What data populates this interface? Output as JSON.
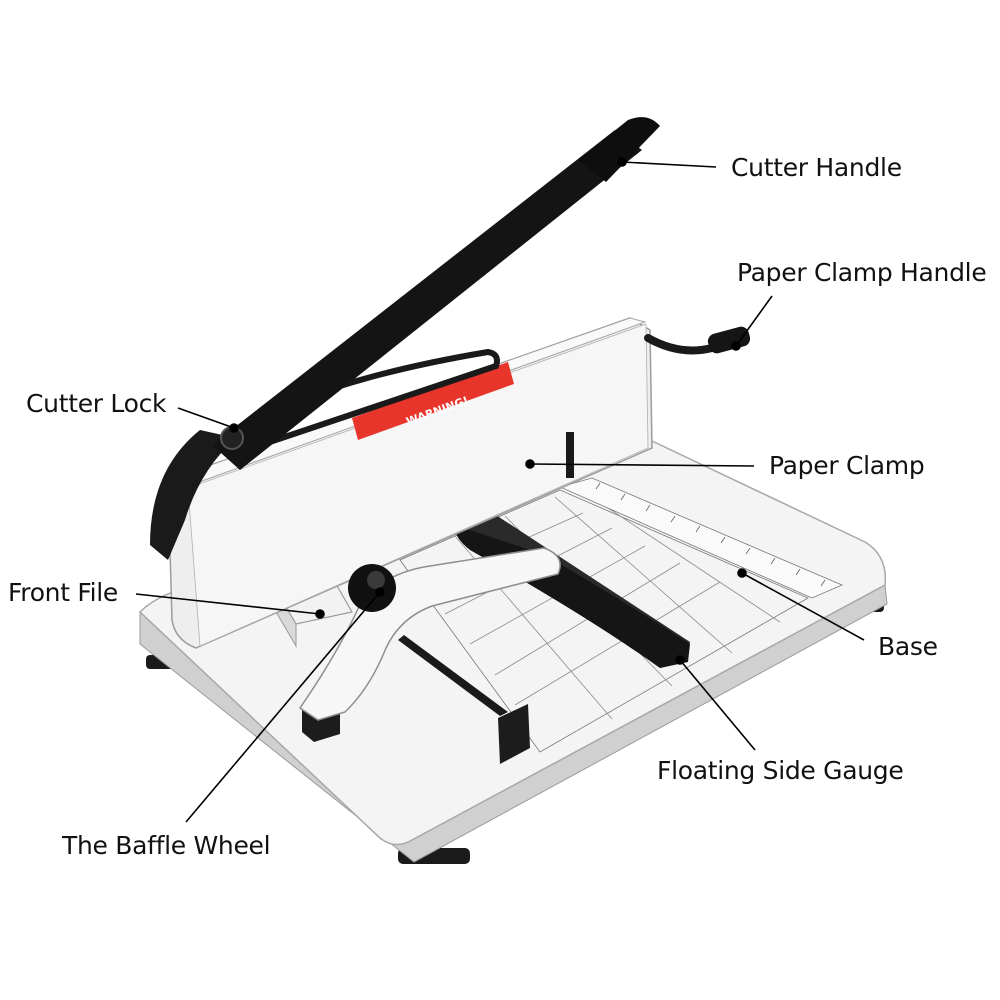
{
  "labels": {
    "cutter_handle": "Cutter Handle",
    "paper_clamp_handle": "Paper Clamp Handle",
    "cutter_lock": "Cutter Lock",
    "paper_clamp": "Paper Clamp",
    "front_file": "Front File",
    "base": "Base",
    "floating_side_gauge": "Floating Side Gauge",
    "baffle_wheel": "The Baffle Wheel"
  },
  "warning_label": "WARNING!",
  "colors": {
    "body": "#f2f2f2",
    "handle": "#111111",
    "warning": "#e8352b",
    "leader": "#000000"
  }
}
